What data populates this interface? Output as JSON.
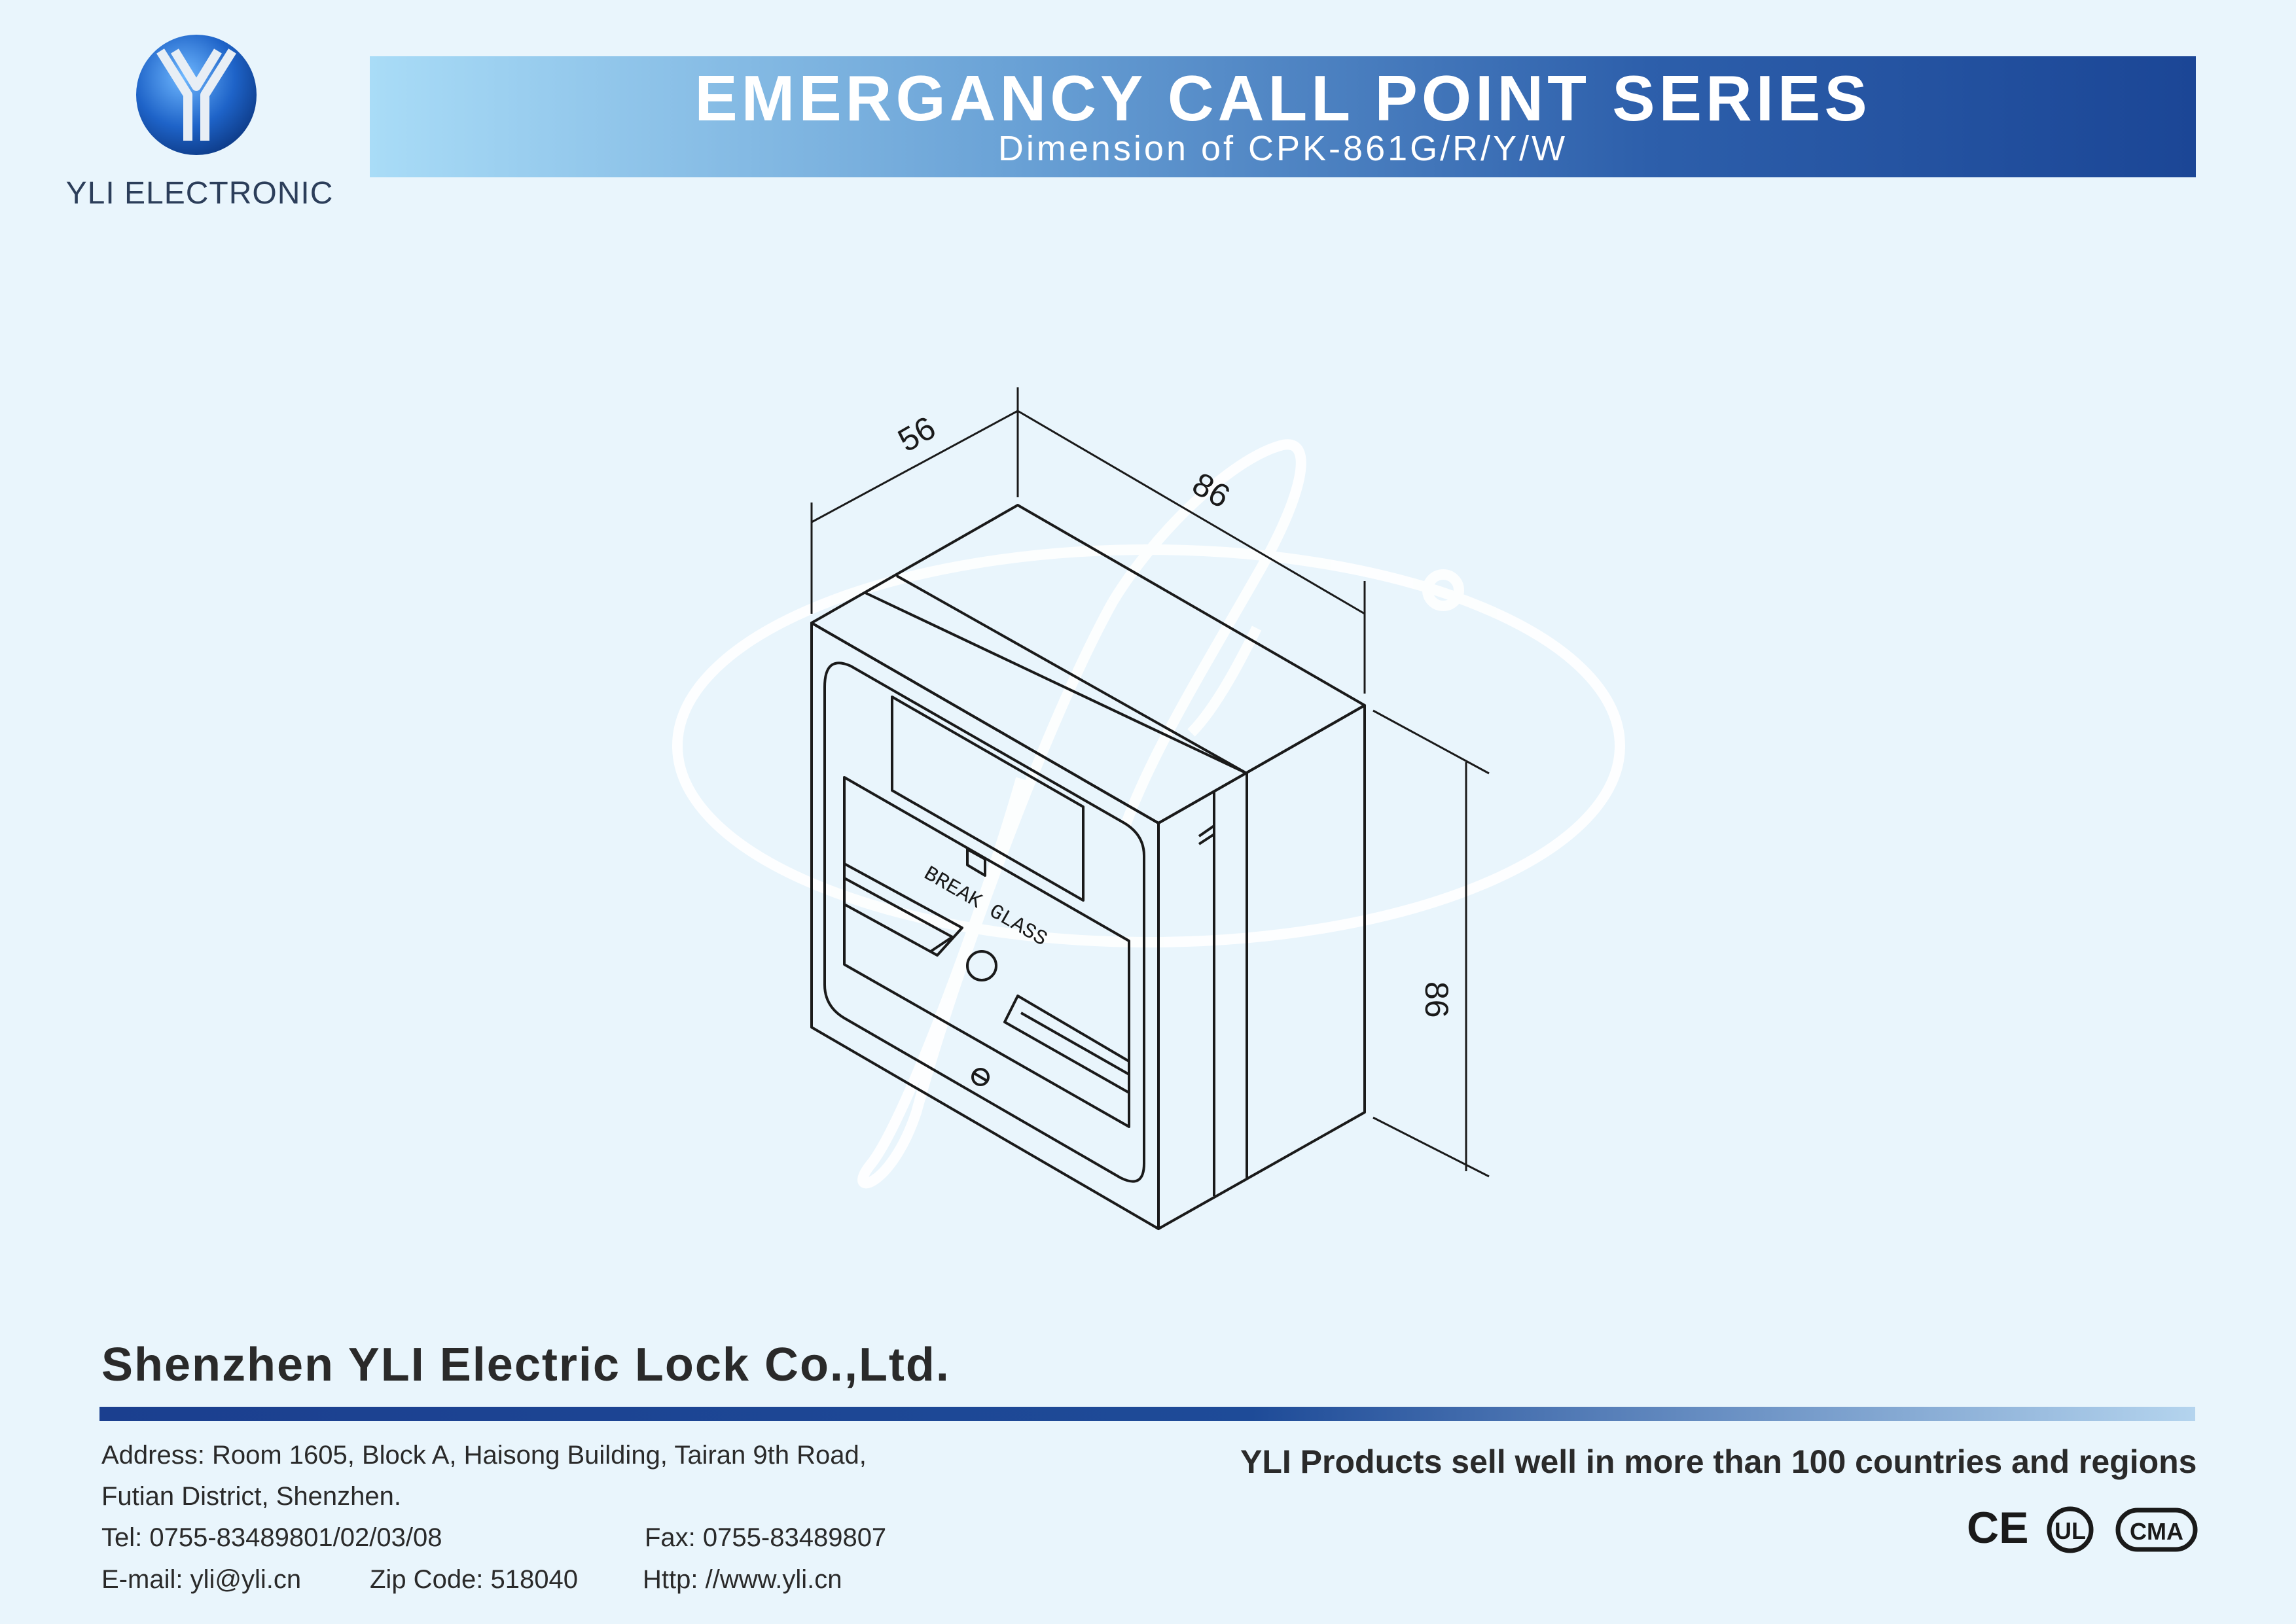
{
  "logo": {
    "brand": "YLI ELECTRONIC",
    "icon": "yli-y-logo-icon"
  },
  "header": {
    "title": "EMERGANCY CALL POINT SERIES",
    "subtitle": "Dimension of CPK-861G/R/Y/W"
  },
  "drawing": {
    "device_label": "BREAK GLASS",
    "dimensions": {
      "depth": "56",
      "width": "86",
      "height": "86"
    },
    "watermark_icon": "yli-script-watermark-icon"
  },
  "footer": {
    "company": "Shenzhen YLI Electric Lock Co.,Ltd.",
    "address_line1": "Address: Room 1605, Block A, Haisong Building, Tairan 9th Road,",
    "address_line2": "Futian District, Shenzhen.",
    "tel": "Tel: 0755-83489801/02/03/08",
    "fax": "Fax: 0755-83489807",
    "email": "E-mail: yli@yli.cn",
    "zip": "Zip Code: 518040",
    "http": "Http: //www.yli.cn",
    "slogan": "YLI Products sell well in more than 100 countries and regions",
    "certifications": [
      "CE",
      "UL",
      "CMA"
    ]
  },
  "colors": {
    "background": "#e9f5fc",
    "banner_start": "#a9dcf7",
    "banner_end": "#1b4696",
    "line": "#1a1a1a"
  }
}
